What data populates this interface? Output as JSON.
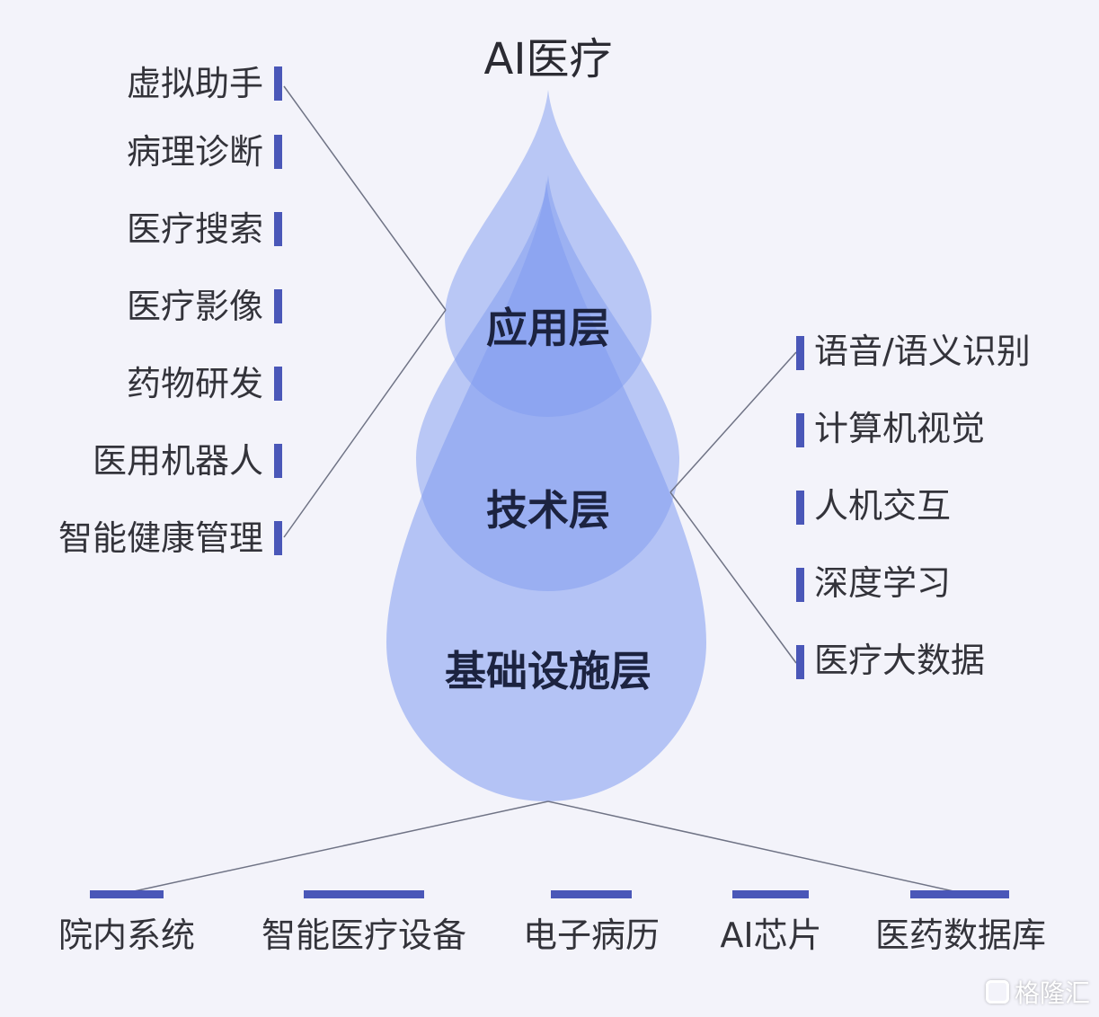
{
  "title": "AI医疗",
  "layers": {
    "application": "应用层",
    "technology": "技术层",
    "infrastructure": "基础设施层"
  },
  "application_items": [
    "虚拟助手",
    "病理诊断",
    "医疗搜索",
    "医疗影像",
    "药物研发",
    "医用机器人",
    "智能健康管理"
  ],
  "technology_items": [
    "语音/语义识别",
    "计算机视觉",
    "人机交互",
    "深度学习",
    "医疗大数据"
  ],
  "infrastructure_items": [
    "院内系统",
    "智能医疗设备",
    "电子病历",
    "AI芯片",
    "医药数据库"
  ],
  "watermark": "格隆汇",
  "colors": {
    "accent_bar": "#4a57b8",
    "drop_fill": "#7f9bf0",
    "line": "#6f7385",
    "background": "#f3f3fa"
  }
}
